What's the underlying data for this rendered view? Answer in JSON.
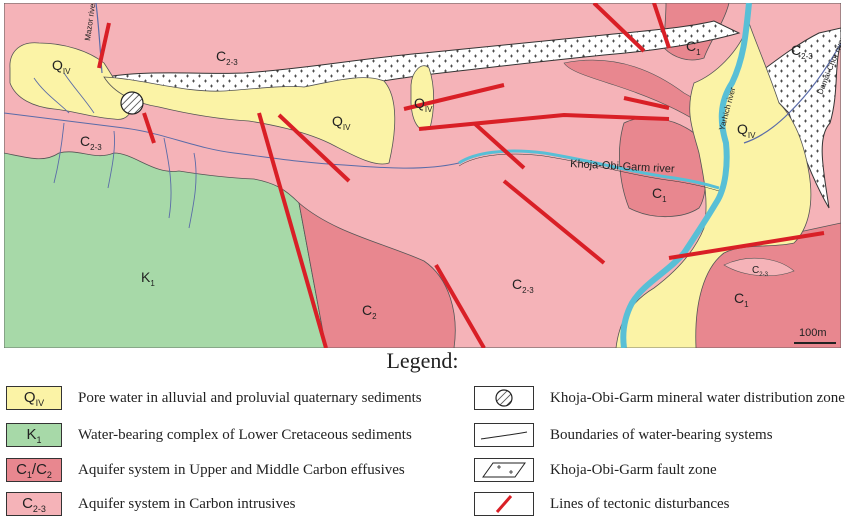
{
  "colors": {
    "alluvial_q4": "#fbf3a6",
    "cretaceous_k1": "#a7d9a8",
    "carbon_c1_c2": "#e8878f",
    "carbon_c23": "#f5b3b8",
    "river": "#58bfd6",
    "fault_line": "#d91f26",
    "fault_zone_fill": "#ffffff"
  },
  "map": {
    "units": [
      {
        "name": "Q",
        "sub": "IV"
      },
      {
        "name": "Q",
        "sub": "IV"
      },
      {
        "name": "Q",
        "sub": "IV"
      },
      {
        "name": "Q",
        "sub": "IV"
      },
      {
        "name": "C",
        "sub": "2-3"
      },
      {
        "name": "C",
        "sub": "2-3"
      },
      {
        "name": "C",
        "sub": "2-3"
      },
      {
        "name": "C",
        "sub": "2-3"
      },
      {
        "name": "C",
        "sub": "2-3"
      },
      {
        "name": "C",
        "sub": "1"
      },
      {
        "name": "C",
        "sub": "1"
      },
      {
        "name": "C",
        "sub": "1"
      },
      {
        "name": "C",
        "sub": "2"
      },
      {
        "name": "K",
        "sub": "1"
      }
    ],
    "rivers": {
      "khoja": "Khoja-Obi-Garm river",
      "mazor": "Mazor river",
      "yarhich": "Yarhich river",
      "damai": "Damai-Chor river"
    },
    "scale_bar": "100m"
  },
  "legend": {
    "title": "Legend:",
    "items": [
      {
        "swatch_name": "Q",
        "swatch_sub": "IV",
        "text": "Pore water in alluvial and proluvial quaternary sediments"
      },
      {
        "swatch_name": "K",
        "swatch_sub": "1",
        "text": "Water-bearing complex of Lower Cretaceous sediments"
      },
      {
        "swatch_name": "C",
        "swatch_sub": "1",
        "swatch_name2": "/C",
        "swatch_sub2": "2",
        "text": "Aquifer system in Upper and Middle Carbon effusives"
      },
      {
        "swatch_name": "C",
        "swatch_sub": "2-3",
        "text": "Aquifer system in Carbon intrusives"
      },
      {
        "text": "Khoja-Obi-Garm mineral water distribution zone"
      },
      {
        "text": "Boundaries of water-bearing systems"
      },
      {
        "text": "Khoja-Obi-Garm fault zone"
      },
      {
        "text": "Lines of tectonic disturbances"
      }
    ]
  }
}
